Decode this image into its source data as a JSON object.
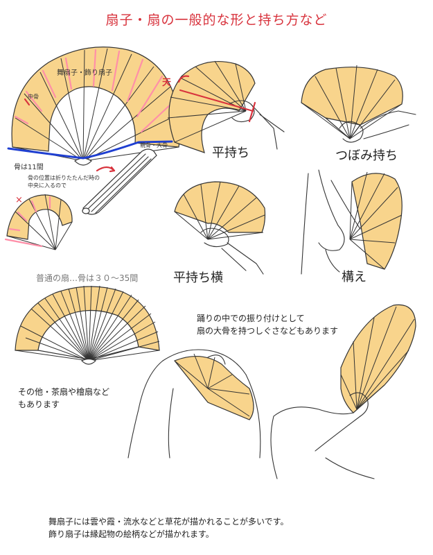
{
  "title": "扇子・扇の一般的な形と持ち方など",
  "mai_section": {
    "heading": "舞扇子・飾り扇子",
    "naka_bone": "中骨",
    "oyabone": "親骨・大骨",
    "bone_count": "骨は11間",
    "fold_note_line1": "骨の位置は折りたたんだ時の",
    "fold_note_line2": "中央に入るので",
    "wrong_mark": "×"
  },
  "holds": {
    "ten_mark": "天",
    "flat": "平持ち",
    "bud": "つぼみ持ち",
    "flat_side": "平持ち横",
    "ready": "構え"
  },
  "normal_fan": {
    "heading": "普通の扇…骨は３０～35間"
  },
  "others": {
    "line1": "その他・茶扇や檜扇など",
    "line2": "もあります"
  },
  "dance": {
    "line1": "踊りの中での振り付けとして",
    "line2": "扇の大骨を持つしぐさなどもあります"
  },
  "footer": {
    "line1": "舞扇子には雲や霞・流水などと草花が描かれることが多いです。",
    "line2": "飾り扇子は縁起物の絵柄などが描かれます。"
  },
  "colors": {
    "fan_fill": "#f8d48c",
    "accent_red": "#d8333d",
    "blue": "#1f3fd1",
    "pink": "#ff8fa8"
  }
}
